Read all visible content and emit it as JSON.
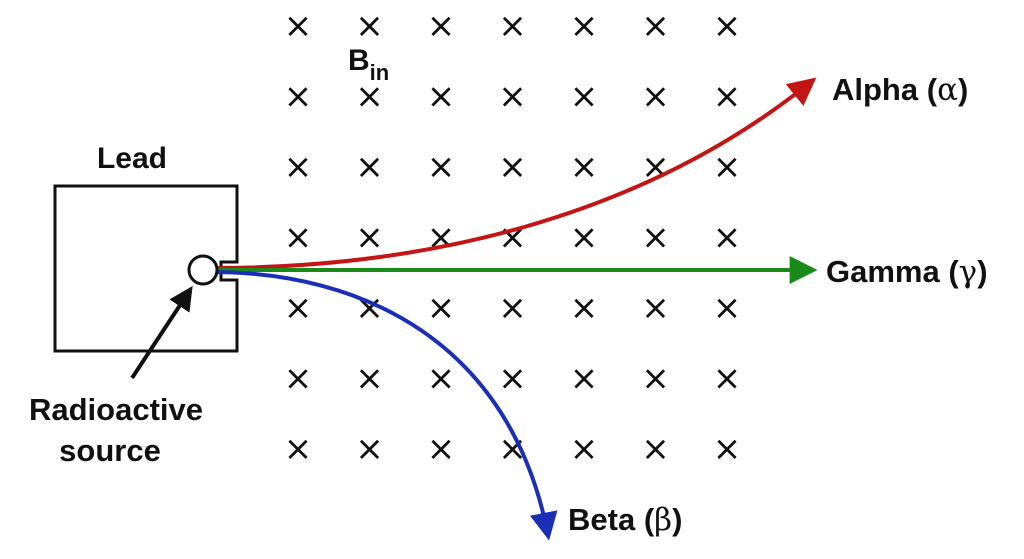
{
  "labels": {
    "lead": "Lead",
    "source_line1": "Radioactive",
    "source_line2": "source",
    "field_symbol": "B",
    "field_subscript": "in"
  },
  "rays": {
    "alpha": {
      "name": "Alpha",
      "symbol": "α",
      "color": "#c41414"
    },
    "gamma": {
      "name": "Gamma",
      "symbol": "γ",
      "color": "#1a8a1a"
    },
    "beta": {
      "name": "Beta",
      "symbol": "β",
      "color": "#1a2fb5"
    }
  },
  "field": {
    "marker": "×",
    "rows": 7,
    "columns": 7,
    "direction": "into page"
  }
}
